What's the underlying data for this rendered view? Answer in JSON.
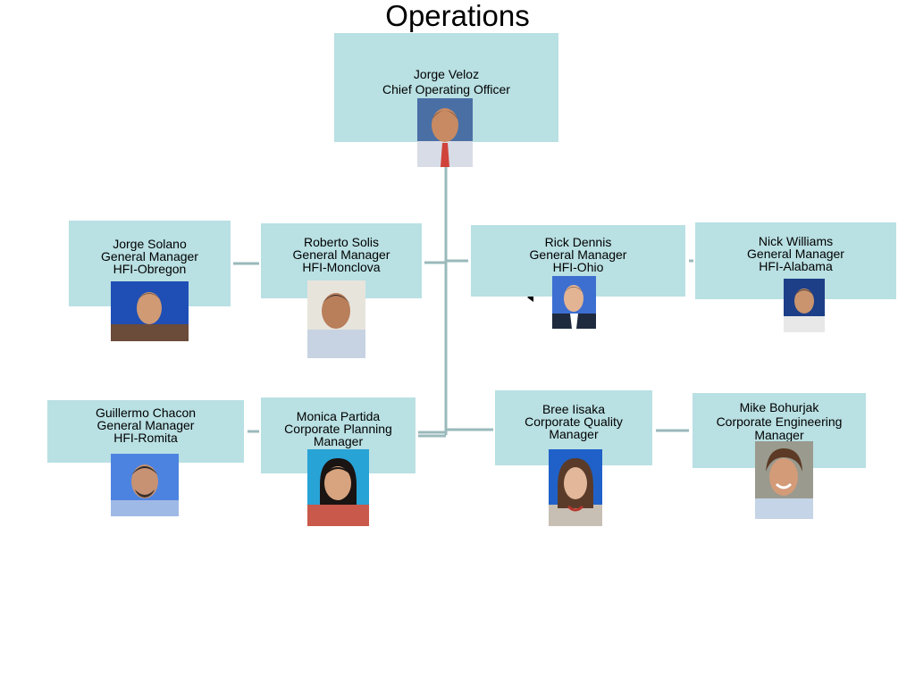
{
  "title": "Operations",
  "nodes": {
    "ceo": {
      "name": "Jorge Veloz",
      "role": "Chief Operating Officer"
    },
    "roberto": {
      "name": "Roberto Solis",
      "role": "General Manager",
      "unit": "HFI-Monclova"
    },
    "jorge_s": {
      "name": "Jorge Solano",
      "role": "General Manager",
      "unit": "HFI-Obregon"
    },
    "rick": {
      "name": "Rick Dennis",
      "role": "General Manager",
      "unit": "HFI-Ohio"
    },
    "nick": {
      "name": "Nick Williams",
      "role": "General Manager",
      "unit": "HFI-Alabama"
    },
    "monica": {
      "name": "Monica Partida",
      "role": "Corporate Planning",
      "unit": "Manager"
    },
    "guillermo": {
      "name": "Guillermo Chacon",
      "role": "General Manager",
      "unit": "HFI-Romita"
    },
    "bree": {
      "name": "Bree Iisaka",
      "role": "Corporate Quality",
      "unit": "Manager"
    },
    "mike": {
      "name": "Mike Bohurjak",
      "role": "Corporate Engineering",
      "unit": "Manager"
    }
  },
  "colors": {
    "node_fill": "#b9e0e3",
    "connector": "#9ab9bb"
  }
}
